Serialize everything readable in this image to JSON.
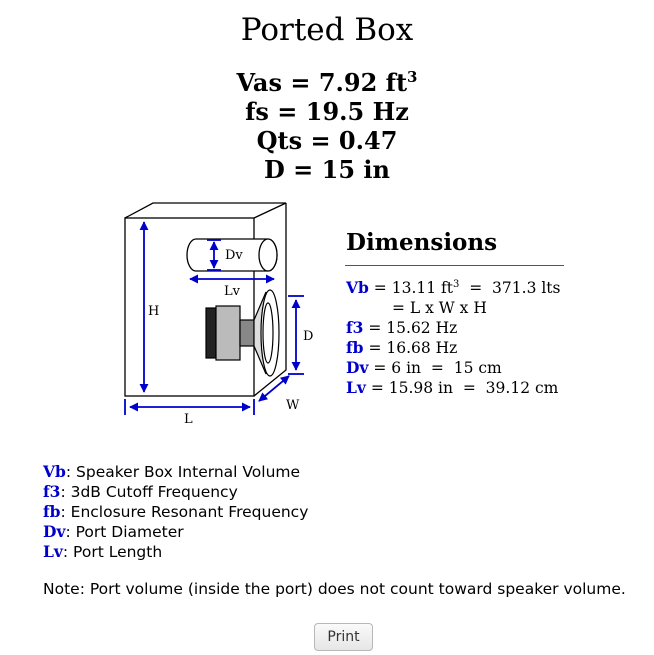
{
  "title": "Ported Box",
  "params": {
    "vas_label": "Vas = 7.92 ft",
    "vas_sup": "3",
    "fs": "fs = 19.5 Hz",
    "qts": "Qts = 0.47",
    "d": "D = 15 in"
  },
  "diagram": {
    "label_h": "H",
    "label_l": "L",
    "label_w": "W",
    "label_d": "D",
    "label_dv": "Dv",
    "label_lv": "Lv",
    "line_color": "#000000",
    "arrow_color": "#0000cc"
  },
  "dimensions": {
    "title": "Dimensions",
    "vb": {
      "key": "Vb",
      "value": " = 13.11 ft",
      "sup": "3",
      "tail": "  =  371.3 lts",
      "line2": "= L x W x H"
    },
    "f3": {
      "key": "f3",
      "value": " = 15.62 Hz"
    },
    "fb": {
      "key": "fb",
      "value": " = 16.68 Hz"
    },
    "dv": {
      "key": "Dv",
      "value": " = 6 in  =  15 cm"
    },
    "lv": {
      "key": "Lv",
      "value": " = 15.98 in  =  39.12 cm"
    }
  },
  "legend": [
    {
      "key": "Vb",
      "text": ": Speaker Box Internal Volume"
    },
    {
      "key": "f3",
      "text": ": 3dB Cutoff Frequency"
    },
    {
      "key": "fb",
      "text": ": Enclosure Resonant Frequency"
    },
    {
      "key": "Dv",
      "text": ": Port Diameter"
    },
    {
      "key": "Lv",
      "text": ": Port Length"
    }
  ],
  "note": "Note: Port volume (inside the port) does not count toward speaker volume.",
  "print_label": "Print",
  "colors": {
    "accent": "#0000cc",
    "text": "#000000"
  }
}
